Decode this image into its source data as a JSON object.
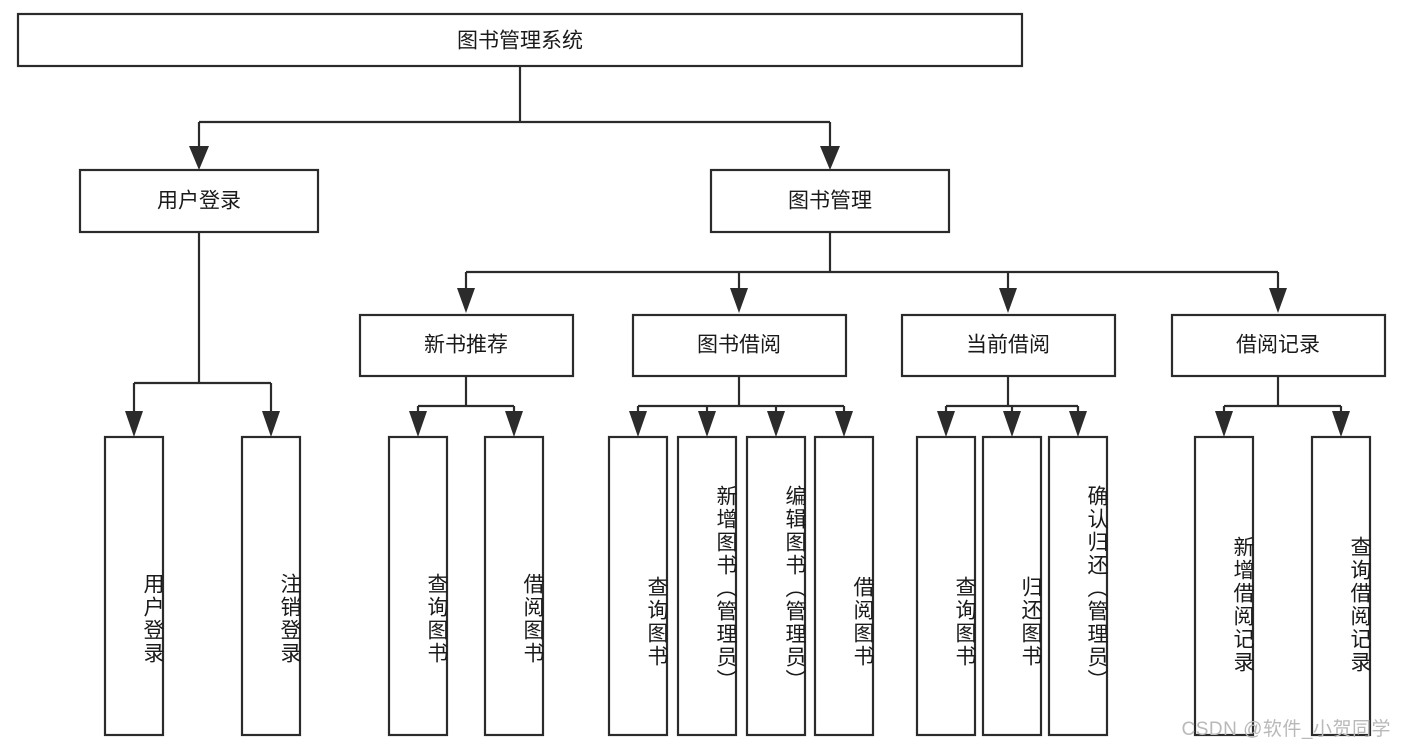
{
  "diagram": {
    "type": "tree-hierarchy-chart",
    "title": "图书管理系统",
    "watermark": "CSDN @软件_小贺同学",
    "colors": {
      "box_stroke": "#2b2b2b",
      "box_fill": "#ffffff",
      "text": "#1a1a1a",
      "background": "#ffffff",
      "watermark": "#b9b9b9"
    },
    "root": {
      "label": "图书管理系统"
    },
    "level1": [
      {
        "label": "用户登录"
      },
      {
        "label": "图书管理"
      }
    ],
    "level2": [
      {
        "label": "新书推荐"
      },
      {
        "label": "图书借阅"
      },
      {
        "label": "当前借阅"
      },
      {
        "label": "借阅记录"
      }
    ],
    "leaves": {
      "user_login": [
        {
          "label": "用户登录"
        },
        {
          "label": "注销登录"
        }
      ],
      "new_book_recommend": [
        {
          "label": "查询图书"
        },
        {
          "label": "借阅图书"
        }
      ],
      "book_borrow": [
        {
          "label": "查询图书"
        },
        {
          "label": "新增图书（管理员）"
        },
        {
          "label": "编辑图书（管理员）"
        },
        {
          "label": "借阅图书"
        }
      ],
      "current_borrow": [
        {
          "label": "查询图书"
        },
        {
          "label": "归还图书"
        },
        {
          "label": "确认归还（管理员）"
        }
      ],
      "borrow_record": [
        {
          "label": "新增借阅记录"
        },
        {
          "label": "查询借阅记录"
        }
      ]
    }
  }
}
